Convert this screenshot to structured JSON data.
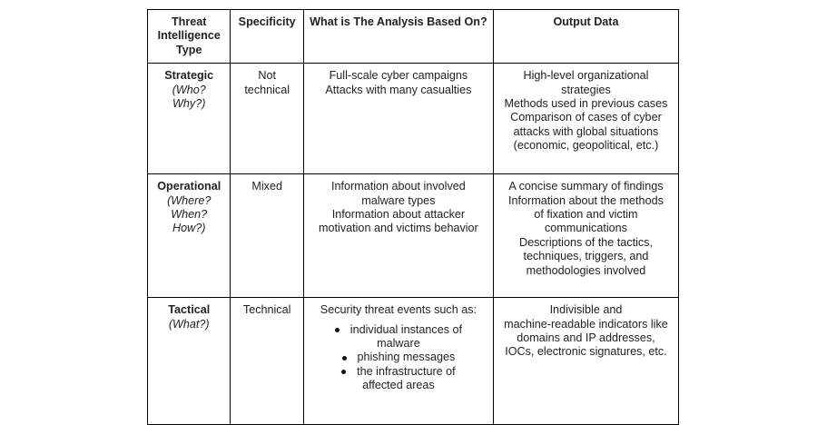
{
  "headers": [
    "Threat Intelligence Type",
    "Specificity",
    "What is The Analysis Based On?",
    "Output Data"
  ],
  "rows": [
    {
      "type": "Strategic",
      "questions": [
        "(Who?",
        "Why?)"
      ],
      "specificity": [
        "Not",
        "technical"
      ],
      "analysis": [
        "Full-scale cyber campaigns",
        "Attacks with many casualties"
      ],
      "output": [
        "High-level organizational",
        "strategies",
        "Methods used in previous cases",
        "Comparison of cases of cyber",
        "attacks with global situations",
        "(economic, geopolitical, etc.)"
      ]
    },
    {
      "type": "Operational",
      "questions": [
        "(Where?",
        "When?",
        "How?)"
      ],
      "specificity": [
        "Mixed"
      ],
      "analysis": [
        "Information about involved",
        "malware types",
        "Information about attacker",
        "motivation and victims behavior"
      ],
      "output": [
        "A concise summary of findings",
        "Information about the methods",
        "of fixation and victim",
        "communications",
        "Descriptions of the tactics,",
        "techniques, triggers, and",
        "methodologies involved"
      ]
    },
    {
      "type": "Tactical",
      "questions": [
        "(What?)"
      ],
      "specificity": [
        "Technical"
      ],
      "analysis_intro": "Security threat events such as:",
      "analysis_bullets": [
        [
          "individual instances of",
          "malware"
        ],
        [
          "phishing messages"
        ],
        [
          "the infrastructure of",
          "affected areas"
        ]
      ],
      "output": [
        "Indivisible and",
        "machine-readable indicators like",
        "domains and IP addresses,",
        "IOCs, electronic signatures, etc."
      ]
    }
  ]
}
